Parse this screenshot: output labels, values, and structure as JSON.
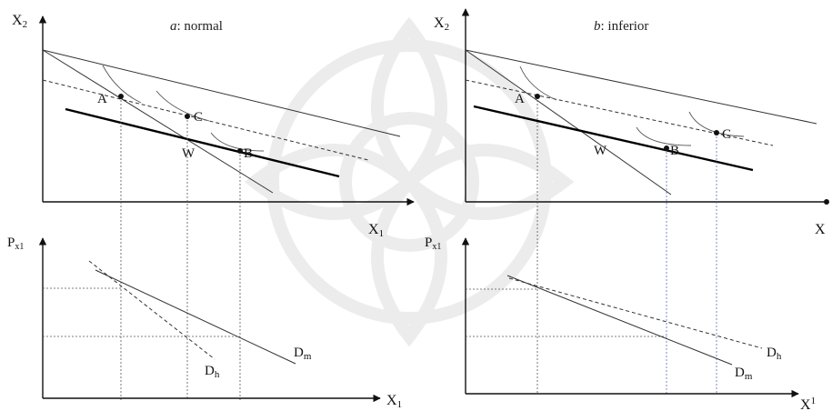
{
  "panel_a": {
    "title_letter": "a",
    "title_rest": ": normal",
    "y_axis_main": "X",
    "y_axis_sub": "2",
    "x_axis_main": "X",
    "x_axis_sub": "1",
    "point_A": "A",
    "point_B": "B",
    "point_C": "C",
    "point_W": "W",
    "price_axis_main": "P",
    "price_axis_sub": "x1",
    "bottom_x_main": "X",
    "bottom_x_sub": "1",
    "dm_main": "D",
    "dm_sub": "m",
    "dh_main": "D",
    "dh_sub": "h"
  },
  "panel_b": {
    "title_letter": "b",
    "title_rest": ": inferior",
    "y_axis_main": "X",
    "y_axis_sub": "2",
    "x_axis_main": "X",
    "point_A": "A",
    "point_B": "B",
    "point_C": "C",
    "point_W": "W",
    "price_axis_main": "P",
    "price_axis_sub": "x1",
    "bottom_x_main": "X",
    "bottom_x_sub": "1",
    "dm_main": "D",
    "dm_sub": "m",
    "dh_main": "D",
    "dh_sub": "h"
  },
  "colors": {
    "ink": "#111111",
    "guide": "#555555",
    "guide_blue": "#5b6fb8",
    "watermark": "#ececec"
  }
}
